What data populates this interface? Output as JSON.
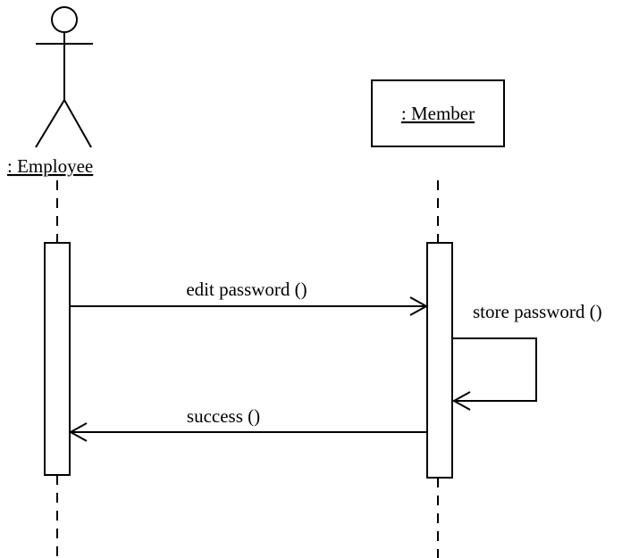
{
  "participants": {
    "employee": {
      "label": ": Employee",
      "kind": "actor"
    },
    "member": {
      "label": ": Member",
      "kind": "object"
    }
  },
  "messages": [
    {
      "label": "edit password ()",
      "from": "employee",
      "to": "member"
    },
    {
      "label": "store password ()",
      "from": "member",
      "to": "member"
    },
    {
      "label": "success ()",
      "from": "member",
      "to": "employee",
      "return": true
    }
  ]
}
